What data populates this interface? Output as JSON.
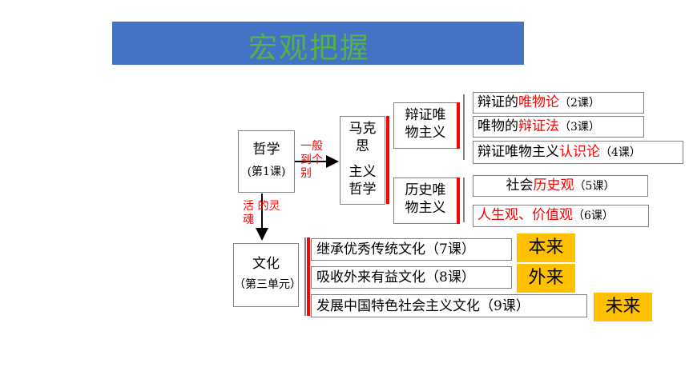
{
  "title": "宏观把握",
  "philosophy": {
    "name": "哲学",
    "lesson": "(第1课)"
  },
  "general_to_specific": [
    "一般",
    "到个",
    "别"
  ],
  "living_soul": [
    "活",
    "的灵",
    "魂"
  ],
  "marxism": [
    "马克",
    "思",
    "主义",
    "哲学"
  ],
  "dialectical_materialism": {
    "label": [
      "辩证唯",
      "物主义"
    ],
    "items": [
      {
        "pre": "辩证的",
        "hl": "唯物论",
        "post": "（2课）"
      },
      {
        "pre": "唯物的",
        "hl": "辩证法",
        "post": "（3课）"
      },
      {
        "pre": "辩证唯物主义",
        "hl": "认识论",
        "post": "（4课）"
      }
    ]
  },
  "historical_materialism": {
    "label": [
      "历史唯",
      "物主义"
    ],
    "items": [
      {
        "pre": "社会",
        "hl": "历史观",
        "post": "（5课）"
      },
      {
        "pre": "",
        "hl": "人生观、价值观",
        "post": "（6课）"
      }
    ]
  },
  "culture": {
    "name": "文化",
    "unit": "（第三单元）"
  },
  "culture_items": [
    {
      "text": "继承优秀传统文化（7课）",
      "tag": "本来"
    },
    {
      "text": "吸收外来有益文化（8课）",
      "tag": "外来"
    },
    {
      "text": "发展中国特色社会主义文化（9课）",
      "tag": "未来"
    }
  ],
  "colors": {
    "title_bg": "#4472c4",
    "title_fg": "#56b146",
    "accent": "#ff0000",
    "tag_bg": "#ffc000"
  }
}
